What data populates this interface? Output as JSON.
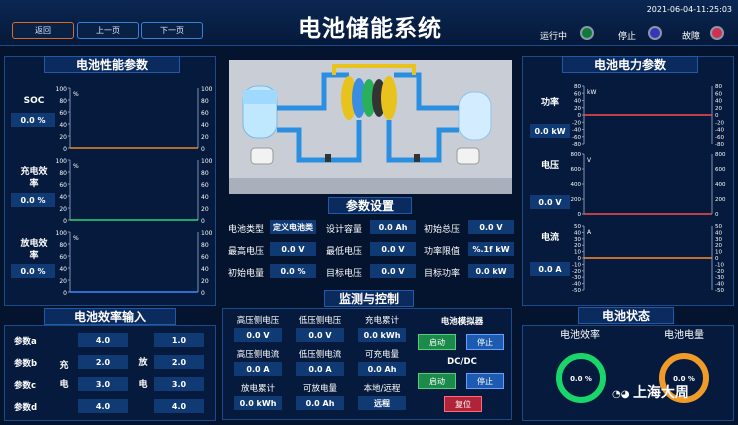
{
  "header": {
    "title": "电池储能系统",
    "datetime": "2021-06-04-11:25:03",
    "nav": {
      "back": "返回",
      "prev": "上一页",
      "next": "下一页"
    },
    "status": {
      "running": "运行中",
      "stopped": "停止",
      "fault": "故障"
    },
    "colors": {
      "running": "#0f7a3a",
      "stopped": "#3a34b8",
      "fault": "#d23050"
    }
  },
  "performance": {
    "title": "电池性能参数",
    "charts": [
      {
        "label": "SOC",
        "value": "0.0 %",
        "unit": "%",
        "line_color": "#e58a2b"
      },
      {
        "label": "充电效率",
        "value": "0.0 %",
        "unit": "%",
        "line_color": "#2fd37a"
      },
      {
        "label": "放电效率",
        "value": "0.0 %",
        "unit": "%",
        "line_color": "#3a8dff"
      }
    ],
    "ticks": [
      "100",
      "80",
      "60",
      "40",
      "20",
      "0"
    ]
  },
  "power": {
    "title": "电池电力参数",
    "charts": [
      {
        "label": "功率",
        "value": "0.0 kW",
        "unit": "kW",
        "line_color": "#ff4a4a",
        "left": [
          "80",
          "60",
          "40",
          "20",
          "0",
          "-20",
          "-40",
          "-60",
          "-80"
        ],
        "right": [
          "80",
          "60",
          "40",
          "20",
          "0",
          "-20",
          "-40",
          "-60",
          "-80"
        ]
      },
      {
        "label": "电压",
        "value": "0.0 V",
        "unit": "V",
        "line_color": "#ff4a4a",
        "left": [
          "800",
          "600",
          "400",
          "200",
          "0"
        ],
        "right": [
          "800",
          "600",
          "400",
          "200",
          "0"
        ]
      },
      {
        "label": "电流",
        "value": "0.0 A",
        "unit": "A",
        "line_color": "#ff8a30",
        "left": [
          "50",
          "40",
          "30",
          "20",
          "10",
          "0",
          "-10",
          "-20",
          "-30",
          "-40",
          "-50"
        ],
        "right": [
          "50",
          "40",
          "30",
          "20",
          "10",
          "0",
          "-10",
          "-20",
          "-30",
          "-40",
          "-50"
        ]
      }
    ]
  },
  "params": {
    "title": "参数设置",
    "rows": [
      [
        {
          "label": "电池类型",
          "value": "定义电池类"
        },
        {
          "label": "设计容量",
          "value": "0.0 Ah"
        },
        {
          "label": "初始总压",
          "value": "0.0 V"
        }
      ],
      [
        {
          "label": "最高电压",
          "value": "0.0 V"
        },
        {
          "label": "最低电压",
          "value": "0.0 V"
        },
        {
          "label": "功率限值",
          "value": "%.1f kW"
        }
      ],
      [
        {
          "label": "初始电量",
          "value": "0.0 %"
        },
        {
          "label": "目标电压",
          "value": "0.0 V"
        },
        {
          "label": "目标功率",
          "value": "0.0 kW"
        }
      ]
    ]
  },
  "efficiency_input": {
    "title": "电池效率输入",
    "rows": [
      {
        "label": "参数a",
        "charge": "4.0",
        "discharge": "1.0"
      },
      {
        "label": "参数b",
        "charge": "2.0",
        "discharge": "2.0"
      },
      {
        "label": "参数c",
        "charge": "3.0",
        "discharge": "3.0"
      },
      {
        "label": "参数d",
        "charge": "4.0",
        "discharge": "4.0"
      }
    ],
    "charge_label": [
      "充",
      "电"
    ],
    "discharge_label": [
      "放",
      "电"
    ]
  },
  "monitor": {
    "title": "监测与控制",
    "grid": [
      [
        {
          "label": "高压侧电压",
          "value": "0.0 V"
        },
        {
          "label": "低压侧电压",
          "value": "0.0 V"
        },
        {
          "label": "充电累计",
          "value": "0.0 kWh"
        }
      ],
      [
        {
          "label": "高压侧电流",
          "value": "0.0 A"
        },
        {
          "label": "低压侧电流",
          "value": "0.0 A"
        },
        {
          "label": "可充电量",
          "value": "0.0 Ah"
        }
      ],
      [
        {
          "label": "放电累计",
          "value": "0.0 kWh"
        },
        {
          "label": "可放电量",
          "value": "0.0 Ah"
        },
        {
          "label": "本地/远程",
          "value": "远程"
        }
      ]
    ],
    "simulator": {
      "title": "电池模拟器",
      "start": "启动",
      "stop": "停止"
    },
    "dcdc": {
      "title": "DC/DC",
      "start": "启动",
      "stop": "停止",
      "reset": "复位"
    }
  },
  "battery_status": {
    "title": "电池状态",
    "efficiency": {
      "label": "电池效率",
      "value": "0.0 %",
      "ring_color": "#19d66a"
    },
    "capacity": {
      "label": "电池电量",
      "value": "0.0 %",
      "ring_color": "#f09a2a"
    }
  },
  "watermark": "上海大周"
}
